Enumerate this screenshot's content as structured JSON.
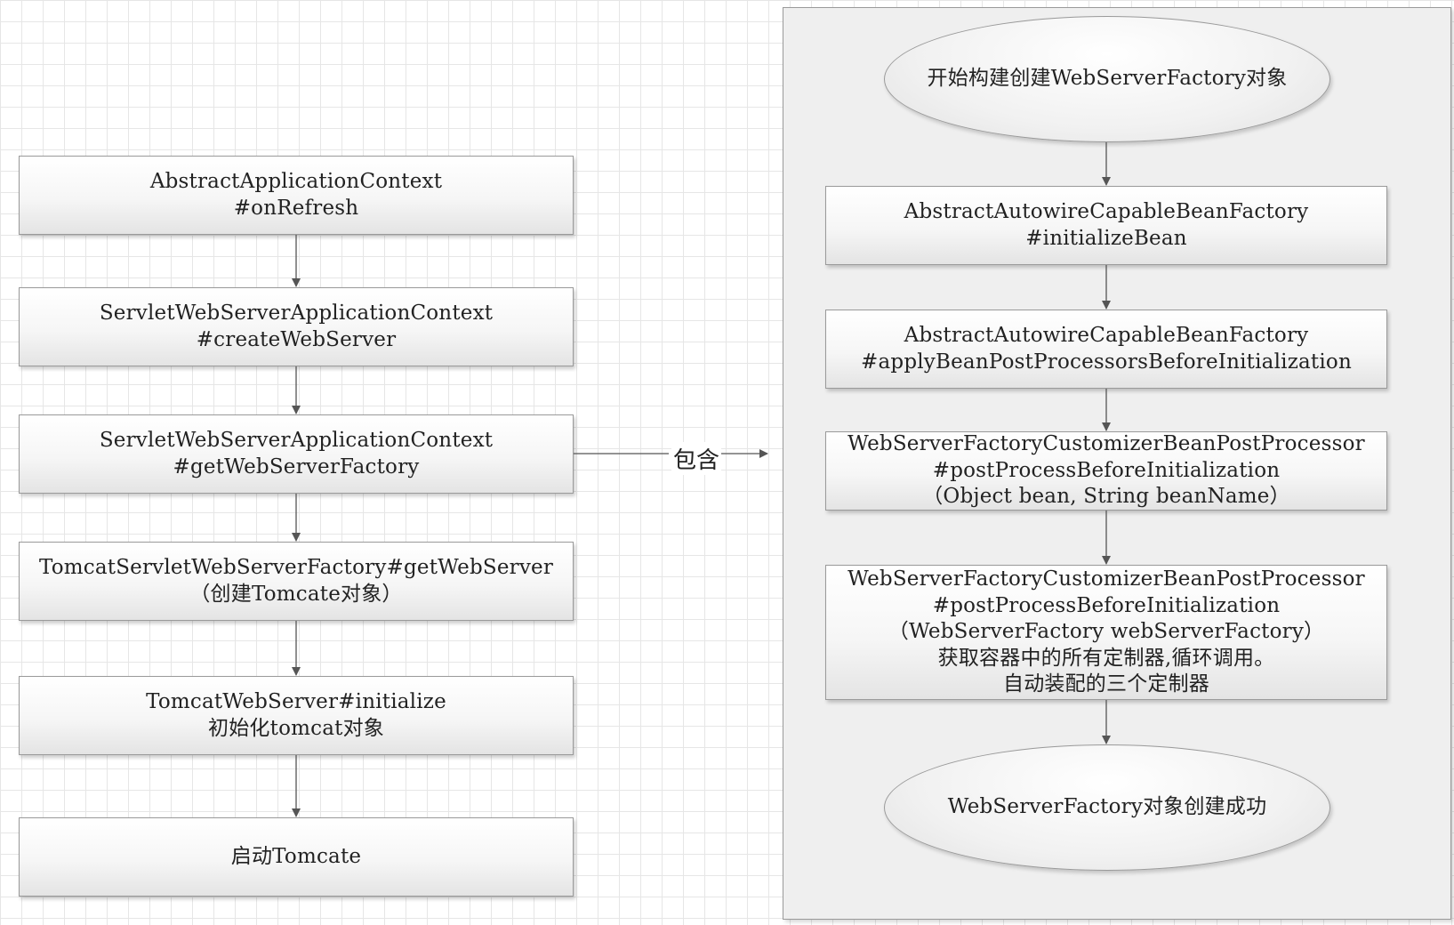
{
  "left_flow": [
    {
      "line1": "AbstractApplicationContext",
      "line2": "#onRefresh"
    },
    {
      "line1": "ServletWebServerApplicationContext",
      "line2": "#createWebServer"
    },
    {
      "line1": "ServletWebServerApplicationContext",
      "line2": "#getWebServerFactory"
    },
    {
      "line1": "TomcatServletWebServerFactory#getWebServer",
      "line2": "（创建Tomcate对象）"
    },
    {
      "line1": "TomcatWebServer#initialize",
      "line2": "初始化tomcat对象"
    },
    {
      "line1": "启动Tomcate"
    }
  ],
  "edge_label": "包含",
  "right_flow": {
    "start": "开始构建创建WebServerFactory对象",
    "steps": [
      {
        "line1": "AbstractAutowireCapableBeanFactory",
        "line2": "#initializeBean"
      },
      {
        "line1": "AbstractAutowireCapableBeanFactory",
        "line2": "#applyBeanPostProcessorsBeforeInitialization"
      },
      {
        "line1": "WebServerFactoryCustomizerBeanPostProcessor",
        "line2": "#postProcessBeforeInitialization",
        "line3": "（Object bean, String beanName）"
      },
      {
        "line1": "WebServerFactoryCustomizerBeanPostProcessor",
        "line2": "#postProcessBeforeInitialization",
        "line3": "（WebServerFactory webServerFactory）",
        "line4": "获取容器中的所有定制器,循环调用。",
        "line5": "自动装配的三个定制器"
      }
    ],
    "end": "WebServerFactory对象创建成功"
  },
  "colors": {
    "line": "#555555",
    "border": "#9a9a9a",
    "container": "#efefef",
    "grid": "#e6e6e6"
  }
}
